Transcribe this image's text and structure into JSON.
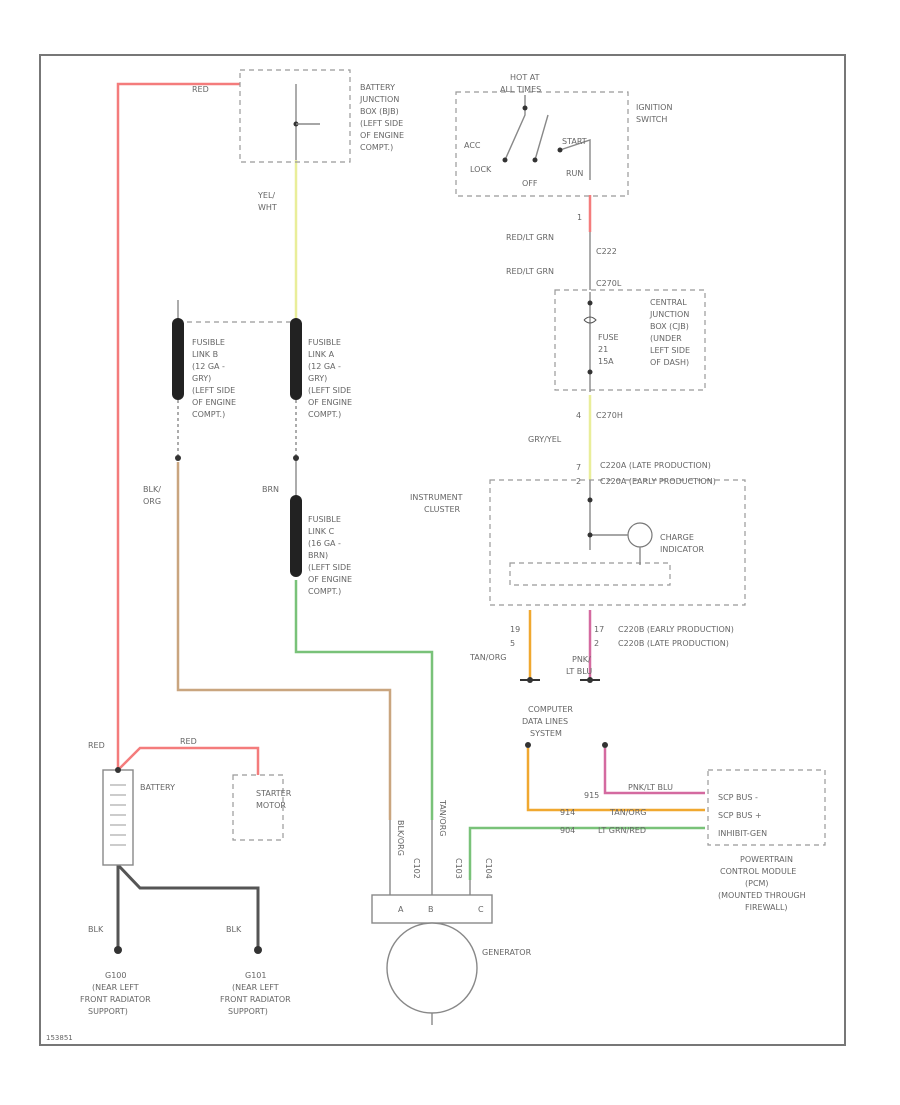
{
  "labels": {
    "battery_junction_box": [
      "BATTERY",
      "JUNCTION",
      "BOX (BJB)",
      "(LEFT SIDE",
      "OF ENGINE",
      "COMPT.)"
    ],
    "ignition_switch": [
      "IGNITION",
      "SWITCH"
    ],
    "hot_at_all_times": [
      "HOT AT",
      "ALL TIMES"
    ],
    "switch_positions": {
      "acc": "ACC",
      "start": "START",
      "lock": "LOCK",
      "off": "OFF",
      "run": "RUN"
    },
    "central_junction_box": [
      "CENTRAL",
      "JUNCTION",
      "BOX (CJB)",
      "(UNDER",
      "LEFT SIDE",
      "OF DASH)"
    ],
    "fuse": [
      "FUSE",
      "21",
      "15A"
    ],
    "fusible_link_b": [
      "FUSIBLE",
      "LINK B",
      "(12 GA -",
      "GRY)",
      "(LEFT SIDE",
      "OF ENGINE",
      "COMPT.)"
    ],
    "fusible_link_a": [
      "FUSIBLE",
      "LINK A",
      "(12 GA -",
      "GRY)",
      "(LEFT SIDE",
      "OF ENGINE",
      "COMPT.)"
    ],
    "fusible_link_c": [
      "FUSIBLE",
      "LINK C",
      "(16 GA -",
      "BRN)",
      "(LEFT SIDE",
      "OF ENGINE",
      "COMPT.)"
    ],
    "instrument_cluster": [
      "INSTRUMENT",
      "CLUSTER"
    ],
    "charge_indicator": [
      "CHARGE",
      "INDICATOR"
    ],
    "computer_data_lines": [
      "COMPUTER",
      "DATA LINES",
      "SYSTEM"
    ],
    "battery": "BATTERY",
    "starter_motor": [
      "STARTER",
      "MOTOR"
    ],
    "pcm": [
      "POWERTRAIN",
      "CONTROL MODULE",
      "(PCM)",
      "(MOUNTED THROUGH",
      "FIREWALL)"
    ],
    "pcm_pins": [
      "SCP BUS -",
      "SCP BUS +",
      "INHIBIT-GEN"
    ],
    "generator": "GENERATOR",
    "ground_g100": [
      "G100",
      "(NEAR LEFT",
      "FRONT RADIATOR",
      "SUPPORT)"
    ],
    "ground_g101": [
      "G101",
      "(NEAR LEFT",
      "FRONT RADIATOR",
      "SUPPORT)"
    ],
    "diagram_id": "153851"
  },
  "connectors": {
    "c222": "C222",
    "c270h_top": "C270L",
    "c270h": "C270H",
    "c220a": "C220A  (LATE PRODUCTION)",
    "c220a_early": "C220A  (EARLY PRODUCTION)",
    "c220b_early": "C220B  (EARLY PRODUCTION)",
    "c220b_late": "C220B  (LATE PRODUCTION)",
    "c102": "C102",
    "c103": "C103",
    "c104": "C104"
  },
  "wires": {
    "red_top": "RED",
    "yel_wht": [
      "YEL/",
      "WHT"
    ],
    "redlt_grn_1": "RED/LT GRN",
    "redlt_grn_2": "RED/LT GRN",
    "gry_yel": "GRY/YEL",
    "blk_org": [
      "BLK/",
      "ORG"
    ],
    "brn": "BRN",
    "tan_org": "TAN/ORG",
    "pnk_ltblu": [
      "PNK/",
      "LT BLU"
    ],
    "red_battery": "RED",
    "red_starter": "RED",
    "blk_1": "BLK",
    "blk_2": "BLK",
    "pnk_ltblu_pcm": "PNK/LT BLU",
    "tan_org_pcm": "TAN/ORG",
    "lt_grn_red": "LT GRN/RED",
    "gen_blk_org": "BLK/ORG",
    "gen_tan_org": "TAN/ORG"
  },
  "pins": {
    "p1": "1",
    "p2": "2",
    "p4": "4",
    "p7": "7",
    "p19": "19",
    "p17": "17",
    "p5": "5",
    "p2b": "2",
    "p915": "915",
    "p914": "914",
    "p904": "904",
    "gen_a": "A",
    "gen_b": "B",
    "gen_c": "C"
  },
  "colors": {
    "red": "#f47c7c",
    "yellow": "#e9ee9a",
    "tan": "#c9a57f",
    "green": "#79c279",
    "orange": "#f0a830",
    "pink": "#d46aa0",
    "frame": "#777777"
  }
}
